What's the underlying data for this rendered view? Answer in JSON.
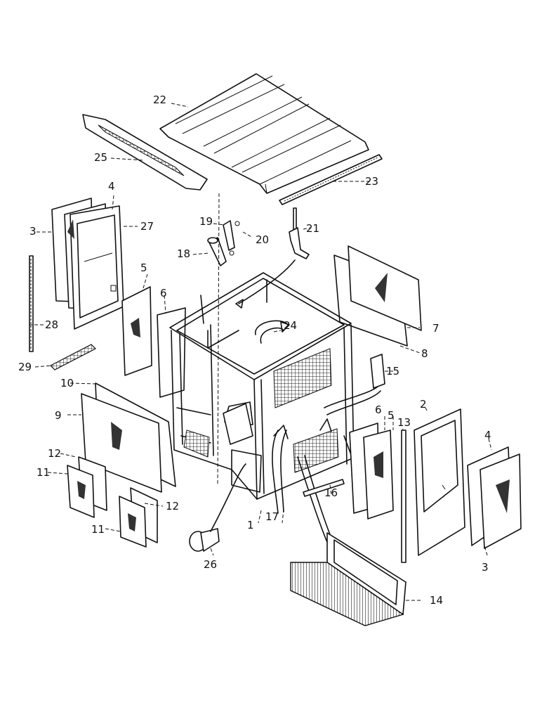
{
  "callouts": {
    "c1": "1",
    "c2": "2",
    "c3a": "3",
    "c3b": "3",
    "c4a": "4",
    "c4b": "4",
    "c5a": "5",
    "c5b": "5",
    "c6a": "6",
    "c6b": "6",
    "c7": "7",
    "c8": "8",
    "c9": "9",
    "c10": "10",
    "c11a": "11",
    "c11b": "11",
    "c12a": "12",
    "c12b": "12",
    "c13": "13",
    "c14": "14",
    "c15": "15",
    "c16": "16",
    "c17": "17",
    "c18": "18",
    "c19": "19",
    "c20": "20",
    "c21": "21",
    "c22": "22",
    "c23": "23",
    "c24": "24",
    "c25": "25",
    "c26": "26",
    "c27": "27",
    "c28": "28",
    "c29": "29"
  },
  "colors": {
    "line": "#111111",
    "background": "#ffffff"
  }
}
